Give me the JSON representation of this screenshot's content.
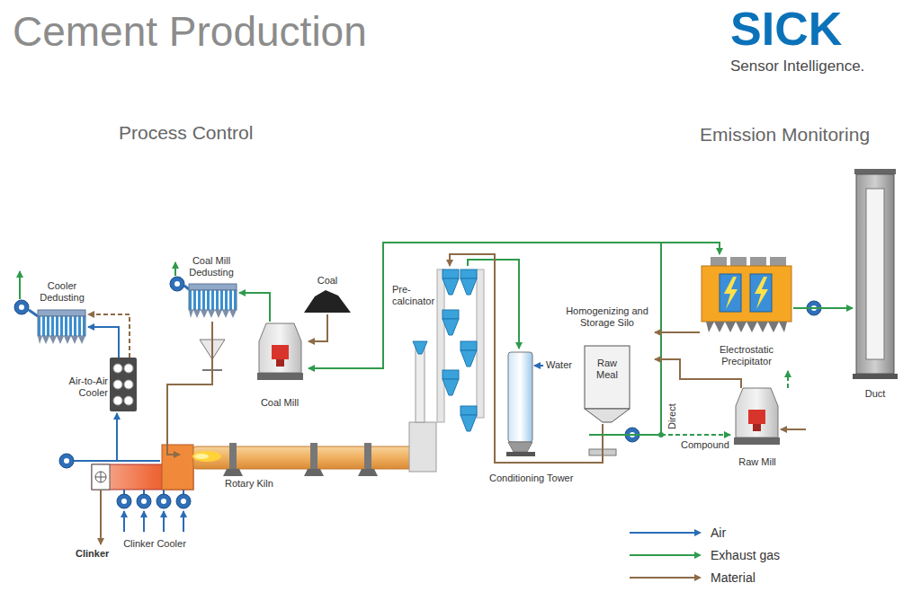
{
  "diagram": {
    "title": "Cement Production",
    "nodes": [
      {
        "text": [
          "Cooler Dedusting"
        ]
      },
      {
        "text": [
          "Coal Mill Dedusting"
        ]
      },
      {
        "text": [
          "Coal"
        ]
      },
      {
        "text": [
          "Coal Mill"
        ]
      },
      {
        "text": [
          "Air-to-Air Cooler"
        ]
      },
      {
        "text": [
          "Pre-calcinator"
        ]
      },
      {
        "text": [
          "Rotary Kiln"
        ]
      },
      {
        "text": [
          "Clinker Cooler"
        ]
      },
      {
        "text": [
          "Conditioning Tower"
        ]
      },
      {
        "text": [
          "Homogenizing and Storage Silo",
          "Raw Meal"
        ]
      },
      {
        "text": [
          "Electrostatic Precipitator"
        ]
      },
      {
        "text": [
          "Raw Mill"
        ]
      },
      {
        "text": [
          "Duct"
        ]
      }
    ],
    "edges": [
      {
        "from": 7,
        "to": 4,
        "arrow": "to"
      },
      {
        "from": 4,
        "to": 0,
        "arrow": "to"
      },
      {
        "from": 4,
        "to": 0,
        "arrow": "to"
      },
      {
        "from": 2,
        "to": 3,
        "arrow": "to"
      },
      {
        "from": 3,
        "to": 1,
        "arrow": "to"
      },
      {
        "from": 1,
        "to": 6,
        "arrow": "to"
      },
      {
        "from": 5,
        "to": 8,
        "arrow": "to"
      },
      {
        "from": 9,
        "to": 5,
        "arrow": "to"
      },
      {
        "from": 8,
        "to": 3,
        "arrow": "to"
      },
      {
        "from": 8,
        "to": 10,
        "label": "Direct",
        "arrow": "to"
      },
      {
        "from": 8,
        "to": 11,
        "label": "Compound",
        "arrow": "to"
      },
      {
        "from": 11,
        "to": 10,
        "arrow": "to"
      },
      {
        "from": 11,
        "to": 9,
        "arrow": "to"
      },
      {
        "from": 10,
        "to": 9,
        "arrow": "to"
      },
      {
        "from": 10,
        "to": 12,
        "arrow": "to"
      }
    ],
    "labels": [
      "SICK",
      "Sensor Intelligence.",
      "Process Control",
      "Emission Monitoring",
      "Water",
      "Clinker"
    ],
    "legend": [
      {
        "text": "Air",
        "color": "#2a6cb6"
      },
      {
        "text": "Exhaust gas",
        "color": "#2f9a4c"
      },
      {
        "text": "Material",
        "color": "#8d6b47"
      }
    ]
  }
}
